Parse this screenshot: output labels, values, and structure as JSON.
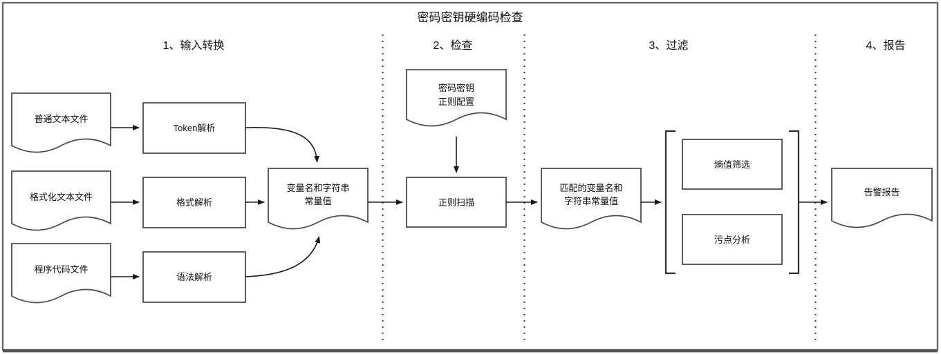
{
  "diagram": {
    "title": "密码密钥硬编码检查",
    "sections": [
      {
        "label": "1、输入转换"
      },
      {
        "label": "2、检查"
      },
      {
        "label": "3、过滤"
      },
      {
        "label": "4、报告"
      }
    ],
    "nodes": {
      "plain_text_file": {
        "label": "普通文本文件"
      },
      "token_parse": {
        "label": "Token解析"
      },
      "formatted_text_file": {
        "label": "格式化文本文件"
      },
      "format_parse": {
        "label": "格式解析"
      },
      "code_file": {
        "label": "程序代码文件"
      },
      "syntax_parse": {
        "label": "语法解析"
      },
      "var_string_values": {
        "line1": "变量名和字符串",
        "line2": "常量值"
      },
      "regex_config": {
        "line1": "密码密钥",
        "line2": "正则配置"
      },
      "regex_scan": {
        "label": "正则扫描"
      },
      "matched_values": {
        "line1": "匹配的变量名和",
        "line2": "字符串常量值"
      },
      "entropy_filter": {
        "label": "熵值筛选"
      },
      "taint_analysis": {
        "label": "污点分析"
      },
      "alert_report": {
        "label": "告警报告"
      }
    },
    "colors": {
      "shape_stroke": "#4d4d4d",
      "text": "#111111",
      "border": "#666666",
      "background": "#ffffff"
    }
  }
}
